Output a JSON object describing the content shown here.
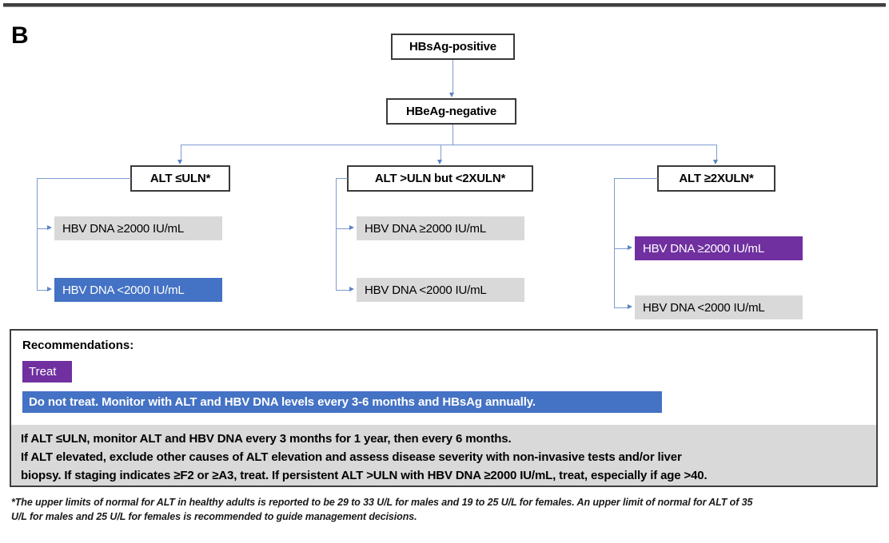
{
  "panel": {
    "letter": "B"
  },
  "flow": {
    "root": {
      "label": "HBsAg-positive"
    },
    "second": {
      "label": "HBeAg-negative"
    },
    "branches": [
      {
        "id": "alt-le-uln",
        "label": "ALT ≤ULN*",
        "outcomes": [
          {
            "label": "HBV DNA ≥2000 IU/mL",
            "style": "gray"
          },
          {
            "label": "HBV DNA <2000 IU/mL",
            "style": "blue"
          }
        ]
      },
      {
        "id": "alt-gt-uln-lt-2xuln",
        "label": "ALT >ULN but <2XULN*",
        "outcomes": [
          {
            "label": "HBV DNA ≥2000 IU/mL",
            "style": "gray"
          },
          {
            "label": "HBV DNA <2000 IU/mL",
            "style": "gray"
          }
        ]
      },
      {
        "id": "alt-ge-2xuln",
        "label": "ALT ≥2XULN*",
        "outcomes": [
          {
            "label": "HBV DNA ≥2000 IU/mL",
            "style": "purple"
          },
          {
            "label": "HBV DNA <2000 IU/mL",
            "style": "gray"
          }
        ]
      }
    ]
  },
  "recommendations": {
    "title": "Recommendations:",
    "legend": [
      {
        "label": "Treat",
        "style": "purple"
      },
      {
        "label": "Do not treat. Monitor with ALT and HBV DNA levels every 3-6 months and HBsAg annually.",
        "style": "blue"
      }
    ],
    "body_lines": [
      "If ALT ≤ULN, monitor ALT and HBV DNA every 3 months for 1 year, then every 6 months.",
      "If ALT elevated, exclude other causes of ALT elevation and assess disease severity with non-invasive tests and/or liver",
      "biopsy. If staging indicates ≥F2 or ≥A3, treat. If persistent ALT >ULN with HBV DNA ≥2000 IU/mL, treat, especially if age >40."
    ]
  },
  "footnote": {
    "lines": [
      "*The upper limits of normal for ALT in healthy adults is reported to be 29 to 33 U/L for males and 19 to 25 U/L for females. An upper limit of normal for ALT of 35",
      "U/L for males and 25 U/L for females is recommended to guide management decisions."
    ]
  },
  "colors": {
    "treat_purple": "#7030A0",
    "monitor_blue": "#4472C4",
    "neutral_gray": "#D9D9D9",
    "connector_blue": "#7E9BD0",
    "box_border": "#3A3A3A"
  }
}
